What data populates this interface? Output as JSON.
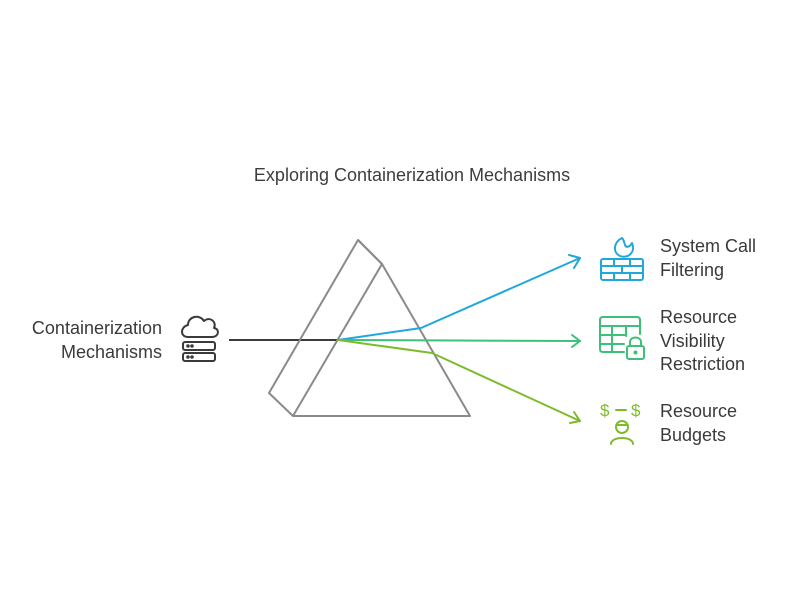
{
  "title": "Exploring Containerization Mechanisms",
  "source": {
    "label": "Containerization\nMechanisms",
    "icon": "cloud-server-icon",
    "color": "#3a3a3a"
  },
  "outputs": [
    {
      "label": "System Call\nFiltering",
      "icon": "firewall-icon",
      "color": "#1fa8d8"
    },
    {
      "label": "Resource\nVisibility\nRestriction",
      "icon": "locked-table-icon",
      "color": "#3cc07a"
    },
    {
      "label": "Resource\nBudgets",
      "icon": "budget-person-icon",
      "color": "#7dbb2a"
    }
  ]
}
